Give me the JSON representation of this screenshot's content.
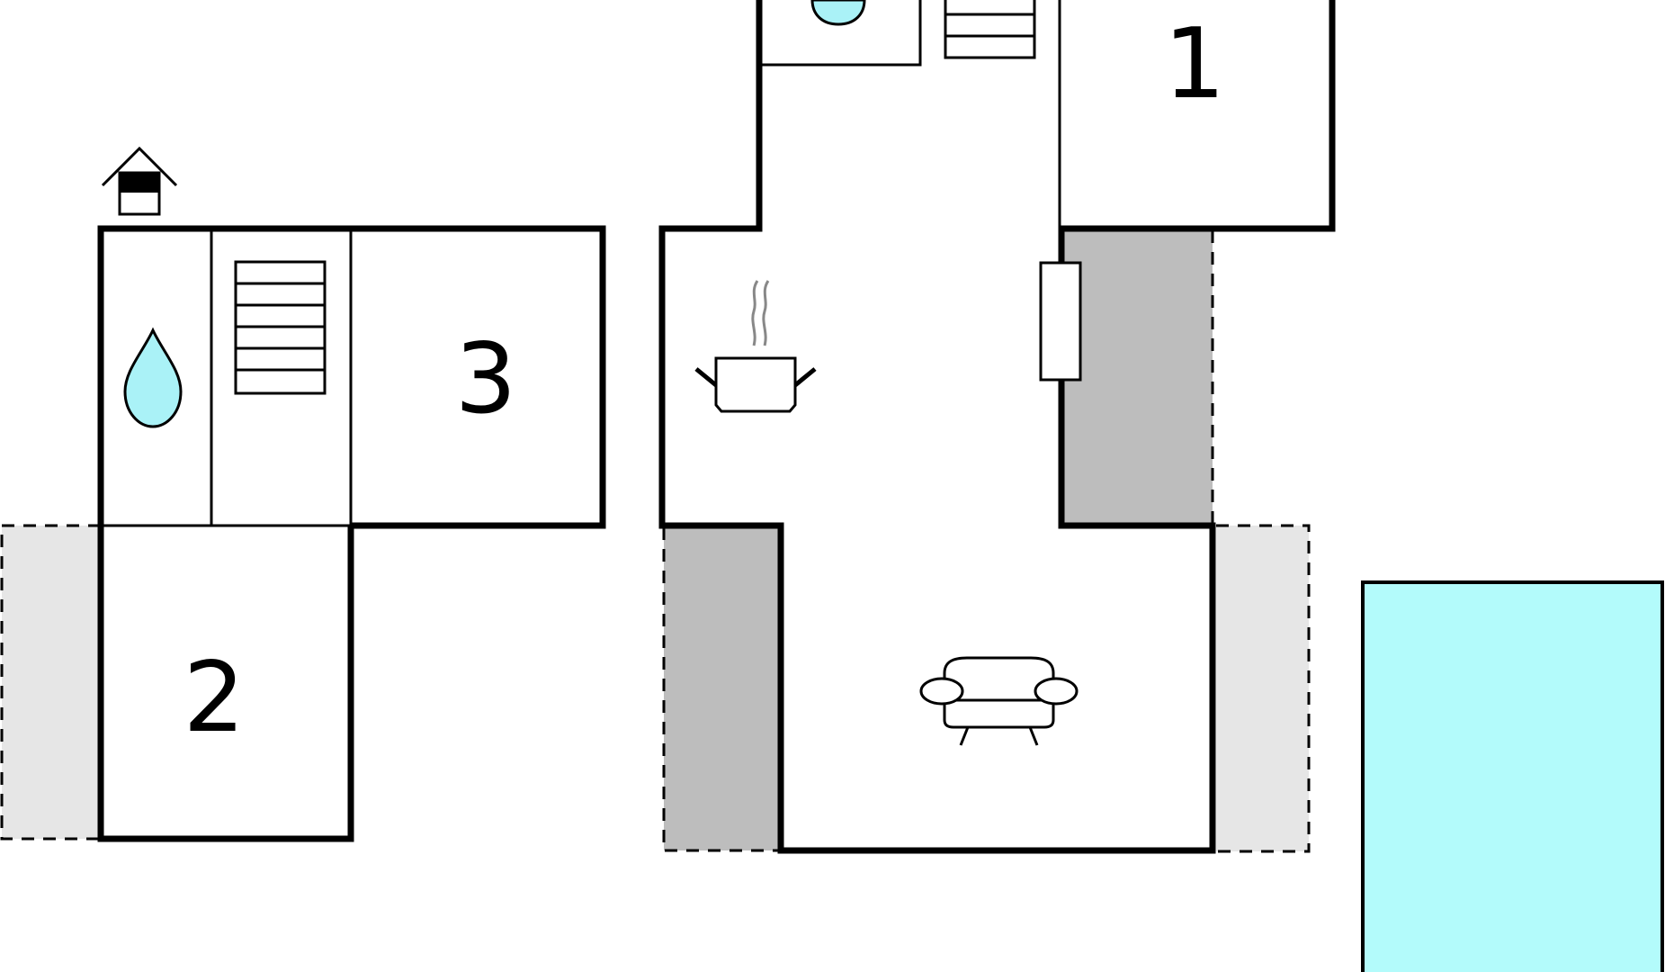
{
  "floorplan": {
    "rooms": [
      {
        "label": "1"
      },
      {
        "label": "2"
      },
      {
        "label": "3"
      }
    ],
    "icons": {
      "bathroom_a": "water-drop-icon",
      "bathroom_b": "water-drop-icon",
      "stairs_a": "stairs-icon",
      "stairs_b": "stairs-icon",
      "entrance": "house-entrance-icon",
      "kitchen": "cooking-pot-icon",
      "living": "sofa-icon"
    },
    "colors": {
      "wall": "#000000",
      "covered_terrace": "#bdbdbd",
      "open_terrace": "#e6e6e6",
      "pool": "#b3fbfb",
      "water": "#aaf2f7"
    }
  }
}
